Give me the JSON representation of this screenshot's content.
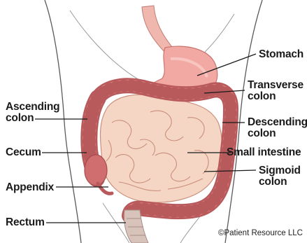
{
  "labels": {
    "stomach": "Stomach",
    "transverse_colon": "Transverse\ncolon",
    "ascending_colon": "Ascending\ncolon",
    "descending_colon": "Descending\ncolon",
    "cecum": "Cecum",
    "small_intestine": "Small intestine",
    "appendix": "Appendix",
    "sigmoid_colon": "Sigmoid\ncolon",
    "rectum": "Rectum"
  },
  "copyright": "©Patient Resource LLC",
  "colors": {
    "colon": "#d9797a",
    "colon_dark": "#b85a5c",
    "stomach": "#f2a9a3",
    "small_intestine": "#f5d5c4",
    "small_intestine_line": "#c98f7c",
    "body_outline": "#555555",
    "leader_line": "#1a1a1a"
  }
}
